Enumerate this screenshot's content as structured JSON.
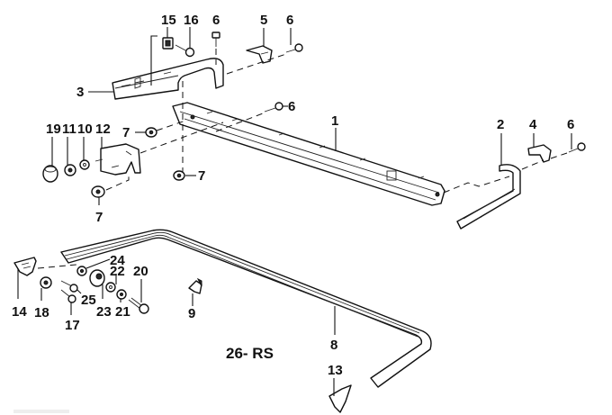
{
  "diagram": {
    "figure_code": "26- RS",
    "callouts": {
      "c1": "1",
      "c2": "2",
      "c3": "3",
      "c4": "4",
      "c5": "5",
      "c6a": "6",
      "c6b": "6",
      "c6c": "6",
      "c6d": "6",
      "c7a": "7",
      "c7b": "7",
      "c7c": "7",
      "c8": "8",
      "c9": "9",
      "c10": "10",
      "c11": "11",
      "c12": "12",
      "c13": "13",
      "c14": "14",
      "c15": "15",
      "c16": "16",
      "c17": "17",
      "c18": "18",
      "c19": "19",
      "c20": "20",
      "c21": "21",
      "c22": "22",
      "c23": "23",
      "c24": "24",
      "c25": "25"
    }
  }
}
